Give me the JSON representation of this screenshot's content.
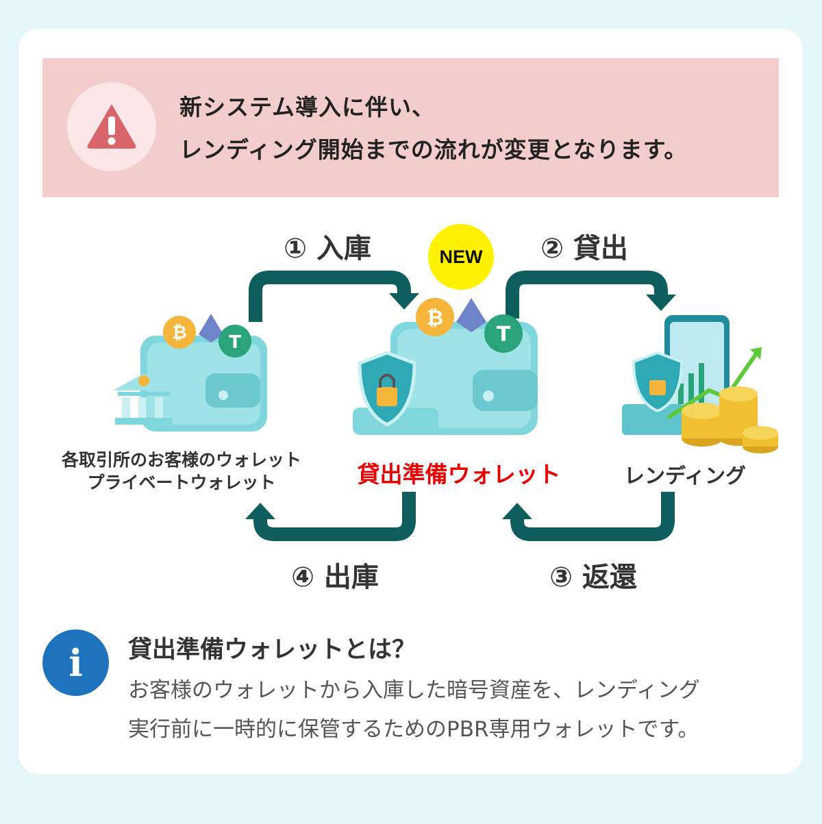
{
  "banner": {
    "icon": "warning-icon",
    "line1": "新システム導入に伴い、",
    "line2": "レンディング開始までの流れが変更となります。"
  },
  "steps": {
    "deposit": "① 入庫",
    "lend": "② 貸出",
    "return": "③ 返還",
    "withdraw": "④ 出庫"
  },
  "badge": {
    "new": "NEW"
  },
  "nodes": {
    "customer_line1": "各取引所のお客様のウォレット",
    "customer_line2": "プライベートウォレット",
    "prep_wallet": "貸出準備ウォレット",
    "lending": "レンディング"
  },
  "info": {
    "icon": "info-icon",
    "icon_glyph": "i",
    "title": "貸出準備ウォレットとは？",
    "body_line1": "お客様のウォレットから入庫した暗号資産を、レンディング",
    "body_line2": "実行前に一時的に保管するためのPBR専用ウォレットです。"
  },
  "colors": {
    "arrow": "#0f5e5e",
    "accent_red": "#e80000",
    "banner": "#f2cdcc",
    "info": "#1f73bd"
  }
}
